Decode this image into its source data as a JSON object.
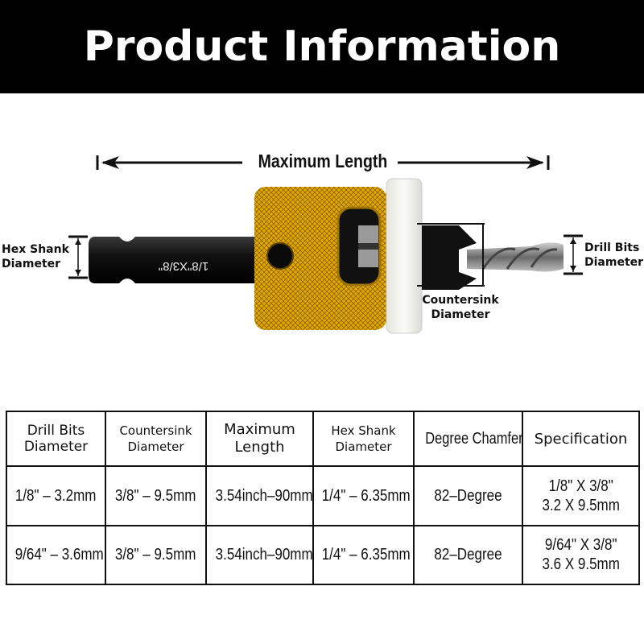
{
  "banner": {
    "title": "Product Information"
  },
  "diagram": {
    "max_length_label": "Maximum Length",
    "hex_shank_label": [
      "Hex Shank",
      "Diameter"
    ],
    "drill_bits_label": [
      "Drill Bits",
      "Diameter"
    ],
    "countersink_label": [
      "Countersink",
      "Diameter"
    ],
    "shank_marking": "1/8\"X3/8\"",
    "colors": {
      "collar": "#E0A400",
      "stop_ring": "#F2F2EE",
      "shank": "#151515",
      "drill": "#A8A8A8"
    }
  },
  "table": {
    "headers": [
      [
        "Drill Bits",
        "Diameter"
      ],
      [
        "Countersink",
        "Diameter"
      ],
      [
        "Maximum",
        "Length"
      ],
      [
        "Hex Shank",
        "Diameter"
      ],
      [
        "Degree Chamfer"
      ],
      [
        "Specification"
      ]
    ],
    "rows": [
      {
        "drill": "1/8\" – 3.2mm",
        "countersink": "3/8\" – 9.5mm",
        "max_length": "3.54inch–90mm",
        "hex_shank": "1/4\" – 6.35mm",
        "chamfer": "82–Degree",
        "spec": [
          "1/8\" X 3/8\"",
          "3.2 X 9.5mm"
        ]
      },
      {
        "drill": "9/64\" – 3.6mm",
        "countersink": "3/8\" – 9.5mm",
        "max_length": "3.54inch–90mm",
        "hex_shank": "1/4\" – 6.35mm",
        "chamfer": "82–Degree",
        "spec": [
          "9/64\" X 3/8\"",
          "3.6 X 9.5mm"
        ]
      }
    ]
  }
}
